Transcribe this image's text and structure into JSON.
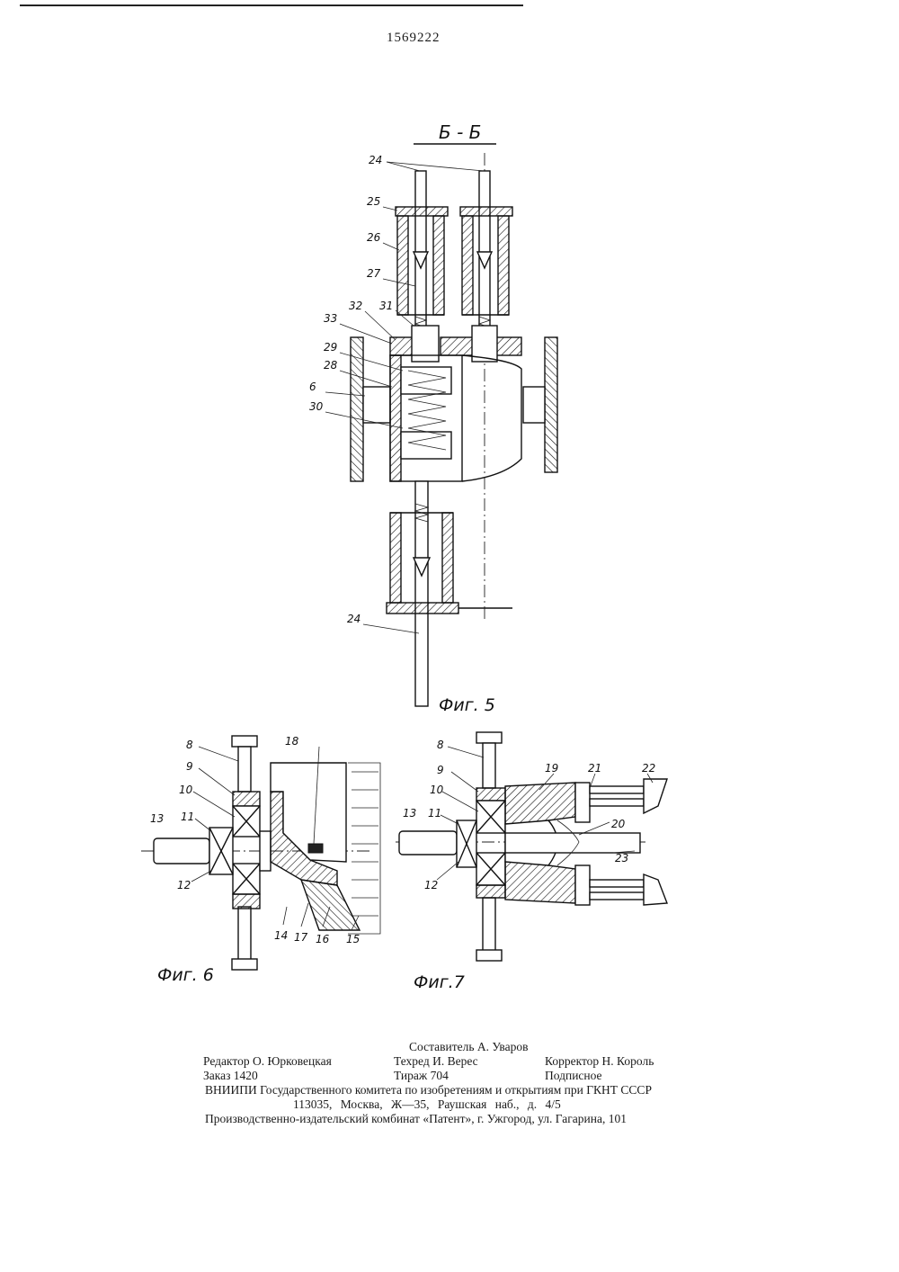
{
  "header": {
    "patent_number": "1569222"
  },
  "fig5": {
    "section_label": "Б - Б",
    "caption": "Фиг. 5",
    "labels": [
      "24",
      "25",
      "26",
      "27",
      "31",
      "32",
      "33",
      "29",
      "28",
      "6",
      "30",
      "24"
    ]
  },
  "fig6": {
    "caption": "Фиг. 6",
    "labels": [
      "8",
      "9",
      "10",
      "13",
      "11",
      "12",
      "18",
      "14",
      "17",
      "16",
      "15"
    ]
  },
  "fig7": {
    "caption": "Фиг.7",
    "labels": [
      "8",
      "9",
      "10",
      "13",
      "11",
      "12",
      "19",
      "21",
      "22",
      "20",
      "23"
    ]
  },
  "imprint": {
    "compiler": "Составитель А. Уваров",
    "editor": "Редактор О. Юрковецкая",
    "techred": "Техред И. Верес",
    "corrector": "Корректор Н. Король",
    "order": "Заказ 1420",
    "circulation": "Тираж 704",
    "subscription": "Подписное",
    "org": "ВНИИПИ Государственного комитета по изобретениям и открытиям при ГКНТ СССР",
    "address": "113035, Москва, Ж—35, Раушская наб., д. 4/5",
    "plant": "Производственно-издательский комбинат «Патент», г. Ужгород, ул. Гагарина, 101"
  }
}
